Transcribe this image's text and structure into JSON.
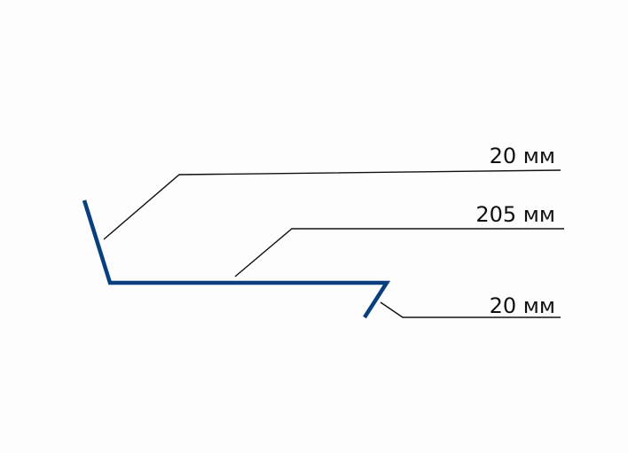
{
  "diagram": {
    "profile_color": "#0a3f7f",
    "leader_color": "#111111",
    "dimensions": [
      {
        "label": "20 мм",
        "target": "left-flange"
      },
      {
        "label": "205 мм",
        "target": "base"
      },
      {
        "label": "20 мм",
        "target": "right-flange"
      }
    ]
  }
}
